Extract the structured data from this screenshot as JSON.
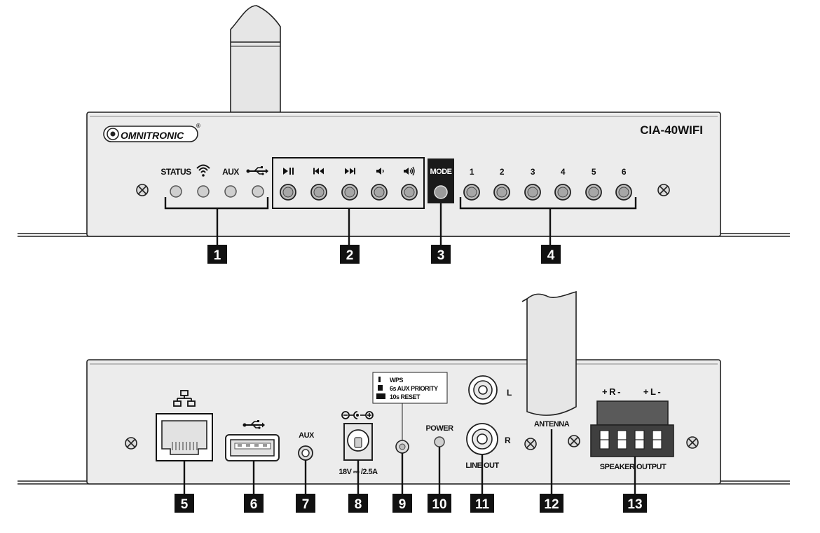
{
  "front": {
    "brand": "OMNITRONIC",
    "brand_mark": "®",
    "model": "CIA-40WIFI",
    "indicator_labels": {
      "status": "STATUS",
      "aux": "AUX"
    },
    "indicator_icons": [
      "wifi-icon",
      "usb-icon"
    ],
    "transport_icons": [
      "play-pause-icon",
      "previous-icon",
      "next-icon",
      "volume-down-icon",
      "volume-up-icon"
    ],
    "mode_label": "MODE",
    "preset_labels": [
      "1",
      "2",
      "3",
      "4",
      "5",
      "6"
    ]
  },
  "rear": {
    "aux_label": "AUX",
    "power_supply_label": "18V ⎓ /2.5A",
    "polarity_symbol": "⊖-◖-⊕",
    "button_functions": [
      {
        "marker": "▌",
        "text": "WPS"
      },
      {
        "marker": "■",
        "text": "6s AUX PRIORITY"
      },
      {
        "marker": "▬",
        "text": "10s RESET"
      }
    ],
    "power_label": "POWER",
    "line_out_l": "L",
    "line_out_r": "R",
    "line_out_label": "LINE OUT",
    "antenna_label": "ANTENNA",
    "speaker_polarity_r": "+ R -",
    "speaker_polarity_l": "+ L -",
    "speaker_output_label": "SPEAKER OUTPUT",
    "network_icon": "network-icon",
    "usb_icon": "usb-icon"
  },
  "callouts": [
    "1",
    "2",
    "3",
    "4",
    "5",
    "6",
    "7",
    "8",
    "9",
    "10",
    "11",
    "12",
    "13"
  ],
  "colors": {
    "panel": "#ececec",
    "outline": "#222222",
    "callout_box": "#111111",
    "button": "#b9b9b9",
    "led": "#cfcfcf"
  }
}
